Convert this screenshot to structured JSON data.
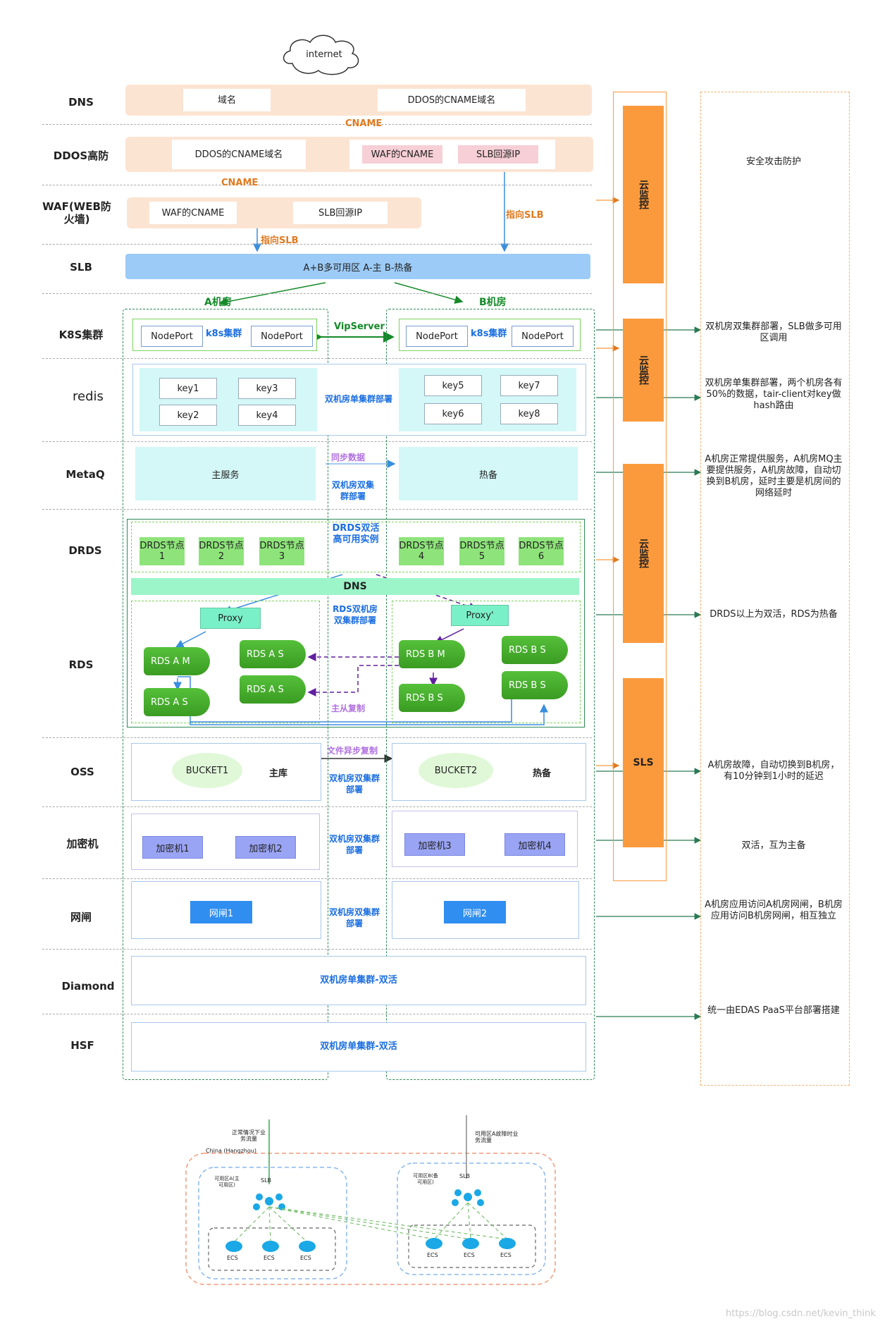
{
  "internet": "internet",
  "rows": {
    "dns": "DNS",
    "ddos": "DDOS高防",
    "waf": "WAF(WEB防火墙)",
    "slb": "SLB",
    "k8s": "K8S集群",
    "redis": "redis",
    "metaq": "MetaQ",
    "drds": "DRDS",
    "rds": "RDS",
    "oss": "OSS",
    "jmj": "加密机",
    "wz": "网闸",
    "diamond": "Diamond",
    "hsf": "HSF"
  },
  "dns_row": {
    "domain": "域名",
    "ddos_cname": "DDOS的CNAME域名",
    "cname": "CNAME"
  },
  "ddos_row": {
    "ddos_cname": "DDOS的CNAME域名",
    "waf_cname": "WAF的CNAME",
    "slb_ip": "SLB回源IP",
    "cname": "CNAME",
    "point_slb": "指向SLB"
  },
  "waf_row": {
    "waf_cname": "WAF的CNAME",
    "slb_ip": "SLB回源IP",
    "point_slb": "指向SLB"
  },
  "slb_row": {
    "bar": "A+B多可用区 A-主  B-热备",
    "room_a": "A机房",
    "room_b": "B机房"
  },
  "k8s_row": {
    "nodeport": "NodePort",
    "k8s": "k8s集群",
    "vip": "VipServer"
  },
  "redis_row": {
    "keys_a": [
      "key1",
      "key3",
      "key2",
      "key4"
    ],
    "keys_b": [
      "key5",
      "key7",
      "key6",
      "key8"
    ],
    "label": "双机房单集群部署"
  },
  "metaq_row": {
    "main": "主服务",
    "standby": "热备",
    "sync": "同步数据",
    "label": "双机房双集群部署"
  },
  "drds_row": {
    "title": "DRDS双活高可用实例",
    "nodes_a": [
      "DRDS节点1",
      "DRDS节点2",
      "DRDS节点3"
    ],
    "nodes_b": [
      "DRDS节点4",
      "DRDS节点5",
      "DRDS节点6"
    ],
    "dns": "DNS"
  },
  "rds_row": {
    "proxy_a": "Proxy",
    "proxy_b": "Proxy'",
    "label": "RDS双机房双集群部署",
    "a_m": "RDS A M",
    "a_s": "RDS A S",
    "b_m": "RDS B M",
    "b_s": "RDS B S",
    "replica": "主从复制"
  },
  "oss_row": {
    "b1": "BUCKET1",
    "main": "主库",
    "b2": "BUCKET2",
    "hot": "热备",
    "async": "文件异步复制",
    "label": "双机房双集群部署"
  },
  "jmj_row": {
    "items": [
      "加密机1",
      "加密机2",
      "加密机3",
      "加密机4"
    ],
    "label": "双机房双集群部署"
  },
  "wz_row": {
    "g1": "网闸1",
    "g2": "网闸2",
    "label": "双机房双集群部署"
  },
  "diamond_row": {
    "label": "双机房单集群-双活"
  },
  "hsf_row": {
    "label": "双机房单集群-双活"
  },
  "monitors": [
    "云监控",
    "云监控",
    "云监控",
    "SLS"
  ],
  "notes": {
    "security": "安全攻击防护",
    "k8s": "双机房双集群部署，SLB做多可用区调用",
    "redis": "双机房单集群部署，两个机房各有50%的数据，tair-client对key做hash路由",
    "metaq": "A机房正常提供服务，A机房MQ主要提供服务，A机房故障，自动切换到B机房，延时主要是机房间的网络延时",
    "drds": "DRDS以上为双活，RDS为热备",
    "oss": "A机房故障，自动切换到B机房，有10分钟到1小时的延迟",
    "jmj": "双活，互为主备",
    "wz": "A机房应用访问A机房网闸，B机房应用访问B机房网闸，相互独立",
    "edas": "统一由EDAS PaaS平台部署搭建"
  },
  "bottom": {
    "normal": "正常情况下业务流量",
    "failover": "可用区A故障时业务流量",
    "region": "China (Hangzhou)",
    "zone_a": "可用区A(主可用区)",
    "zone_b": "可用区B(备可用区)",
    "slb": "SLB",
    "ecs": "ECS"
  },
  "watermark": "https://blog.csdn.net/kevin_think",
  "colors": {
    "peach": "#fce4d2",
    "orange": "#fb9a3c",
    "blue": "#1a6ee0",
    "green": "#2a8a55"
  }
}
